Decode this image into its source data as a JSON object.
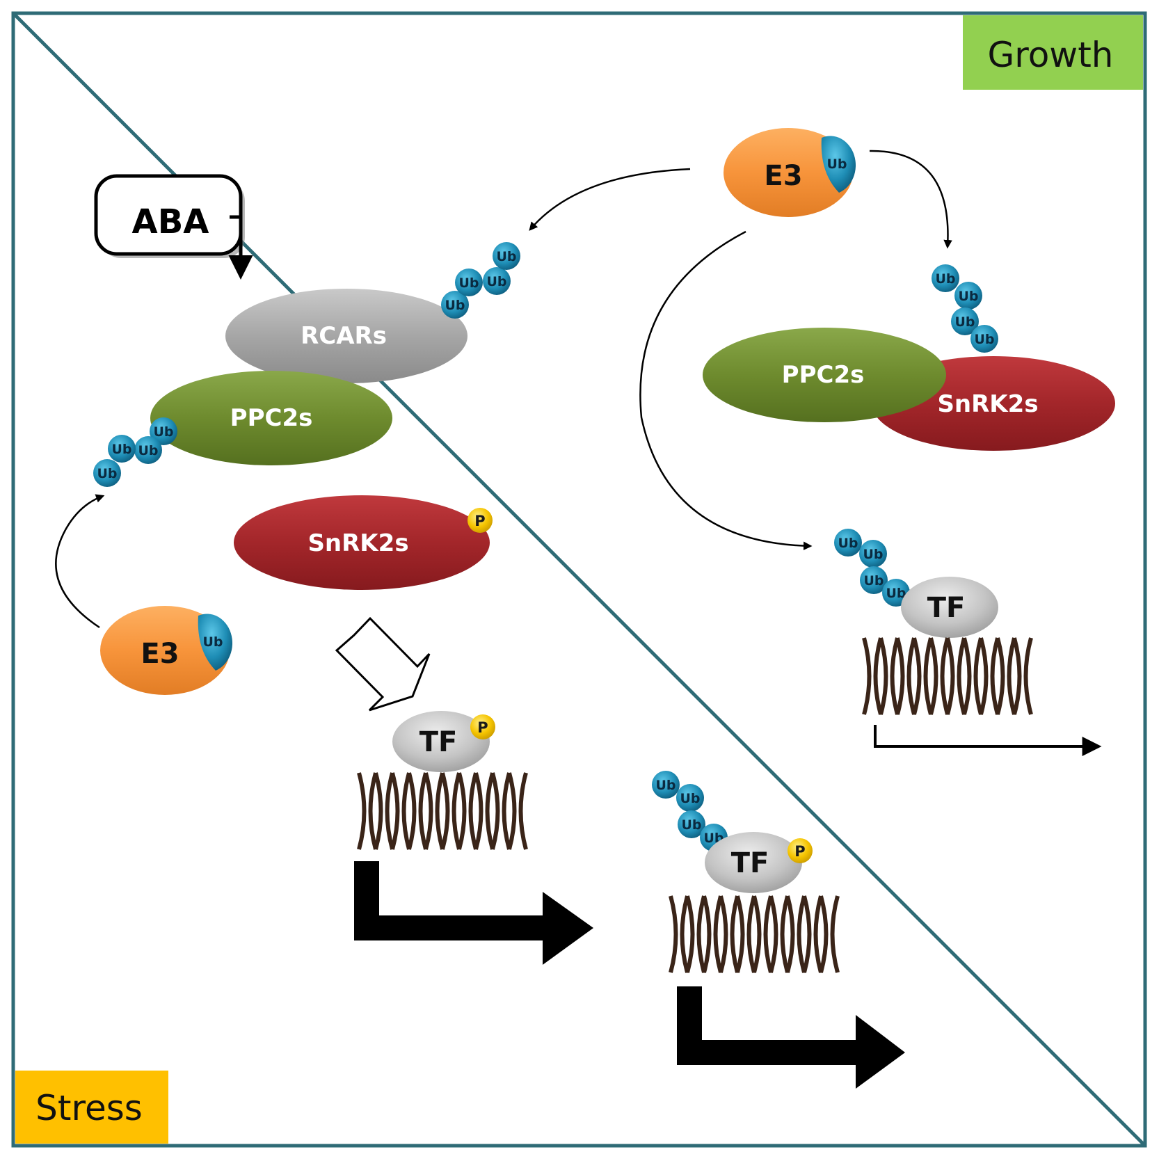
{
  "regions": {
    "growth_label": "Growth",
    "stress_label": "Stress",
    "growth_color": "#92d050",
    "stress_color": "#ffc000",
    "frame_color": "#2e6b76"
  },
  "molecules": {
    "aba": "ABA",
    "rcars": "RCARs",
    "ppc2s_stress": "PPC2s",
    "snrk2s_stress": "SnRK2s",
    "e3_stress": "E3",
    "tf_stress": "TF",
    "tf_boundary": "TF",
    "e3_growth": "E3",
    "ppc2s_growth": "PPC2s",
    "snrk2s_growth": "SnRK2s",
    "tf_growth": "TF"
  },
  "tags": {
    "ubiquitin": "Ub",
    "phosphate": "P"
  },
  "colors": {
    "e3": "#f7943b",
    "ubiquitin": "#1e8db5",
    "rcars": "#9a9a9a",
    "ppc2s": "#6e8b2e",
    "snrk2s": "#a3262a",
    "tf": "#c4c4c4",
    "phosphate": "#f5c400",
    "dna": "#3a2418"
  }
}
